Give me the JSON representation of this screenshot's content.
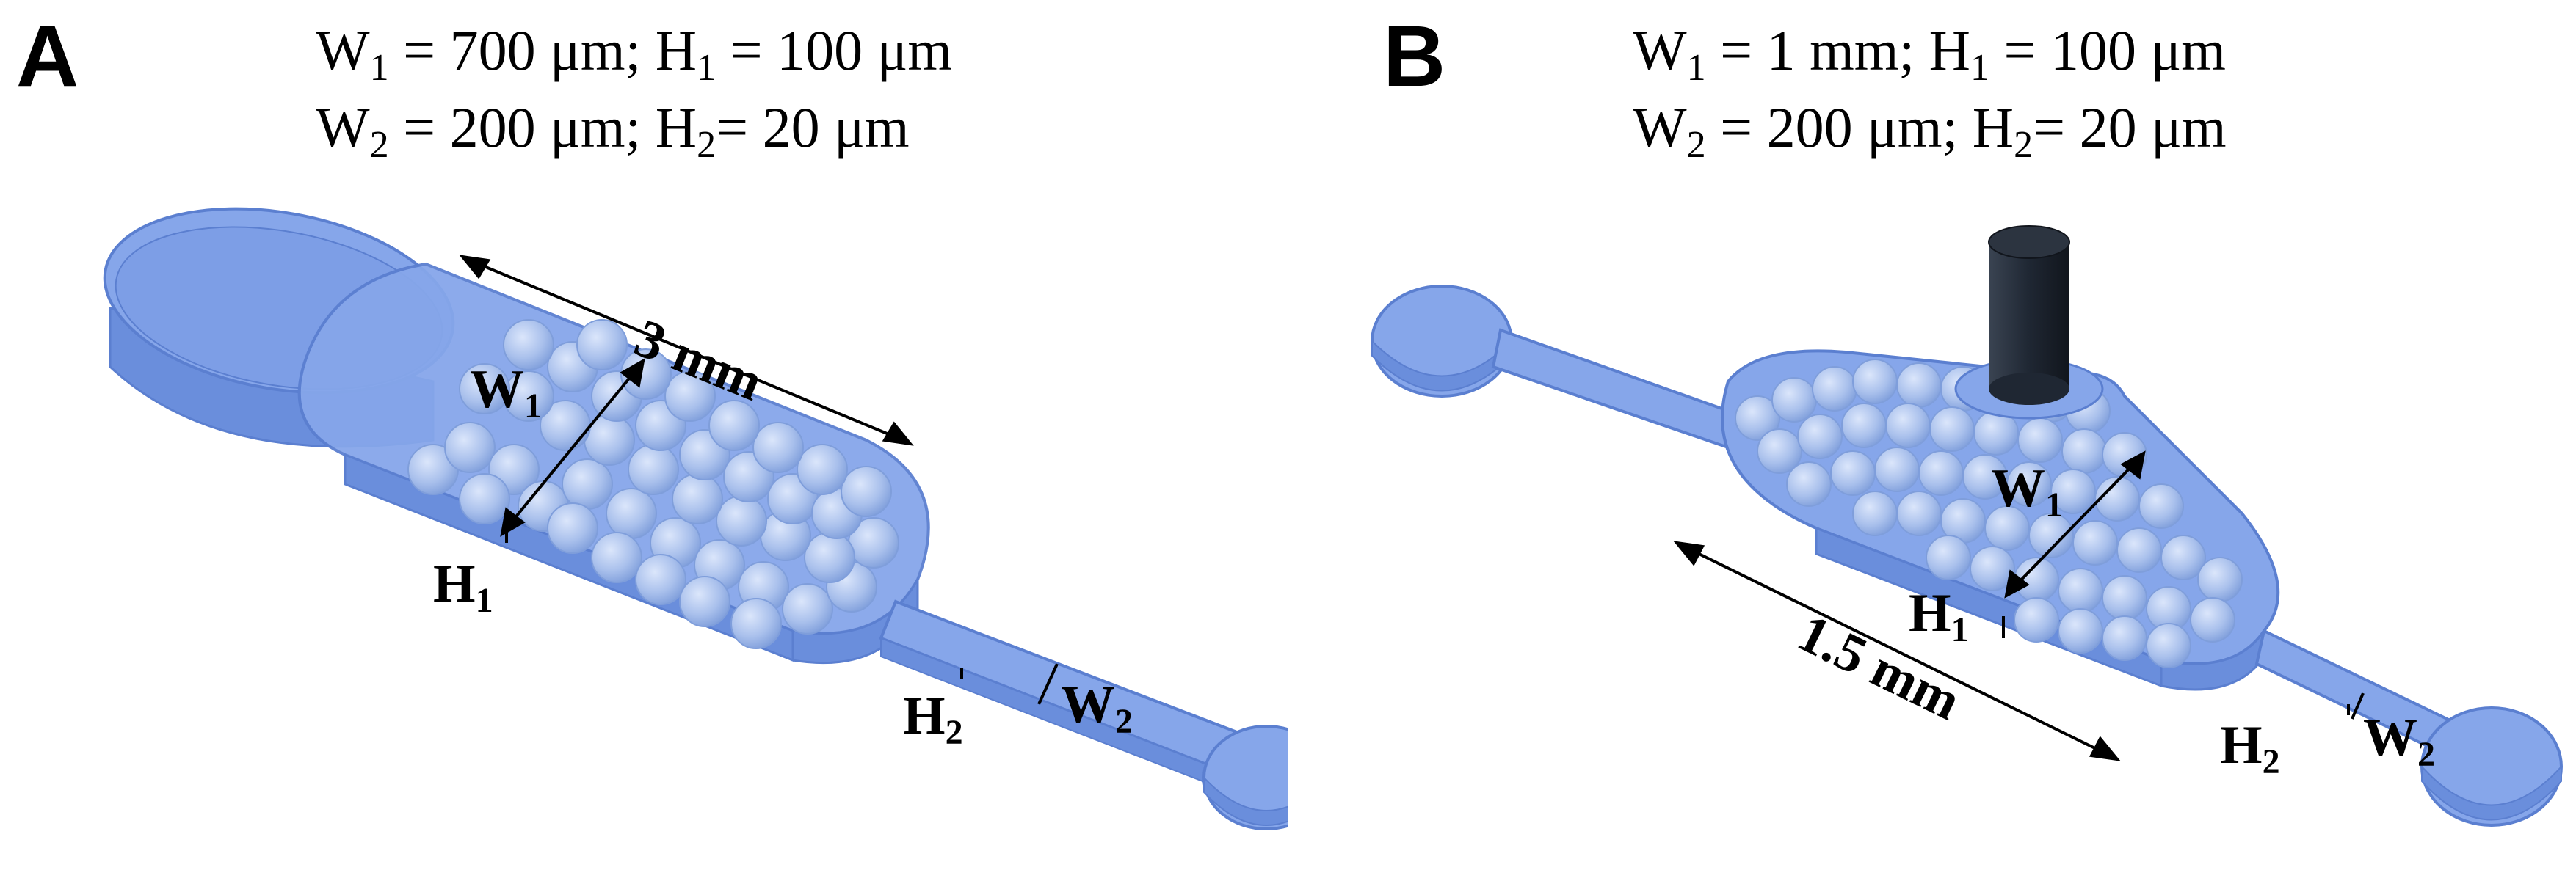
{
  "panels": [
    {
      "letter": "A",
      "spec_line1": {
        "w_sym": "W",
        "w_sub": "1",
        "w_val": " = 700 μm; ",
        "h_sym": "H",
        "h_sub": "1",
        "h_val": " = 100 μm"
      },
      "spec_line2": {
        "w_sym": "W",
        "w_sub": "2",
        "w_val": " =  200 μm; ",
        "h_sym": "H",
        "h_sub": "2",
        "h_val": "= 20 μm"
      },
      "length_label": "3 mm",
      "labels": {
        "W1": "W",
        "H1": "H",
        "H2": "H",
        "W2": "W",
        "sub1": "1",
        "sub2": "2"
      }
    },
    {
      "letter": "B",
      "spec_line1": {
        "w_sym": "W",
        "w_sub": "1",
        "w_val": " = 1 mm; ",
        "h_sym": "H",
        "h_sub": "1",
        "h_val": " = 100 μm"
      },
      "spec_line2": {
        "w_sym": "W",
        "w_sub": "2",
        "w_val": " = 200 μm; ",
        "h_sym": "H",
        "h_sub": "2",
        "h_val": "= 20 μm"
      },
      "length_label": "1.5 mm",
      "labels": {
        "W1": "W",
        "H1": "H",
        "H2": "H",
        "W2": "W",
        "sub1": "1",
        "sub2": "2"
      }
    }
  ],
  "colors": {
    "channel_fill": "#7b9ee6",
    "channel_edge": "#5b7fd0",
    "bead": "#a9c0ec",
    "bead_edge": "#6f8fcf",
    "electrode": "#1f2733"
  }
}
